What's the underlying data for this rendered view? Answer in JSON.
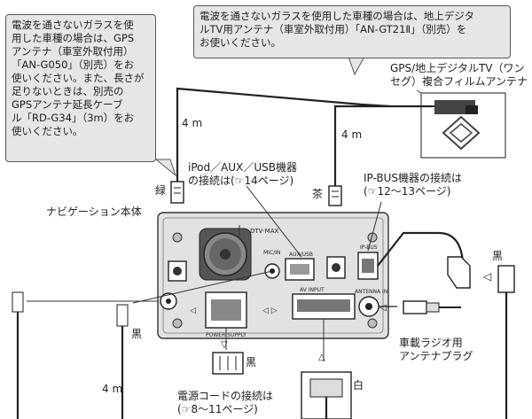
{
  "callouts": {
    "gps": "電波を通さないガラスを使\n用した車種の場合は、GPS\nアンテナ（車室外取付用）\n「AN-G050」（別売）をお\n使いください。また、長さが\n足りないときは、別売の\nGPSアンテナ延長ケーブ\nル「RD-G34」（3m）をお\n使いください。",
    "tv": "電波を通さないガラスを使用した車種の場合は、地上デジタ\nルTV用アンテナ（車室外取付用）「AN-GT21Ⅱ」（別売）を\nお使いください。"
  },
  "labels": {
    "film_antenna": "GPS/地上デジタルTV（ワン\nセグ）複合フィルムアンテナ",
    "len_4m_left": "4 m",
    "len_4m_mid": "4 m",
    "len_4m_bottom": "4 m",
    "color_green": "緑",
    "color_brown": "茶",
    "color_black_right": "黒",
    "color_black_left": "黒",
    "color_black_power": "黒",
    "color_white": "白",
    "ipod": "iPod／AUX／USB機器\nの接続は(☞14ページ)",
    "ipbus": "IP-BUS機器の接続は\n(☞12～13ページ)",
    "nav_unit": "ナビゲーション本体",
    "radio_plug": "車載ラジオ用\nアンテナプラグ",
    "power": "電源コードの接続は\n(☞8～11ページ)"
  },
  "panel": {
    "dtv_mark": "DTV·MAX",
    "mic_mark": "MIC/IN",
    "usb_mark": "AUX/USB",
    "ipbus_mark": "IP-BUS",
    "avinput_mark": "AV INPUT",
    "antenna_mark": "ANTENNA IN",
    "power_mark": "POWER SUPPLY"
  }
}
